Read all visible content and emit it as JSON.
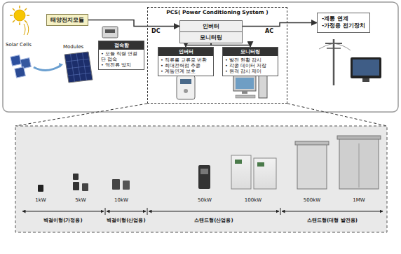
{
  "diagram": {
    "nodes": [
      {
        "text": [
          "태양전지모듈"
        ]
      },
      {
        "text": [
          "PCS( Power Conditioning System )"
        ]
      },
      {
        "text": [
          "인버터"
        ],
        "in": 1
      },
      {
        "text": [
          "모니터링"
        ],
        "in": 1
      },
      {
        "text": [
          "접속함",
          "• 모듈 직렬 연결단 접속",
          "• 역전류 방지"
        ]
      },
      {
        "text": [
          "인버터",
          "• 직류를 교류로 변환",
          "• 최대전력점 추종",
          "• 계통연계 보호"
        ],
        "in": 1
      },
      {
        "text": [
          "모니터링",
          "• 발전 현황 감시",
          "• 각종 데이터 저장",
          "• 원격 감시 제어"
        ],
        "in": 1
      },
      {
        "text": [
          "-계통 연계",
          "-가정용 전기장치"
        ]
      }
    ],
    "edges": [
      {
        "from": 0,
        "to": 2,
        "arrow": "to"
      },
      {
        "from": 2,
        "to": 7,
        "arrow": "to"
      },
      {
        "from": 3,
        "to": 5,
        "arrow": "to"
      },
      {
        "from": 3,
        "to": 6,
        "arrow": "to"
      }
    ],
    "labels": [
      "Solar Cells",
      "Modules",
      "DC",
      "AC",
      "1kW",
      "5kW",
      "10kW",
      "50kW",
      "100kW",
      "500kW",
      "1MW",
      "벽걸이형(가정용)",
      "벽걸이형(산업용)",
      "스탠드형(산업용)",
      "스탠드형(대형 발전용)"
    ]
  }
}
